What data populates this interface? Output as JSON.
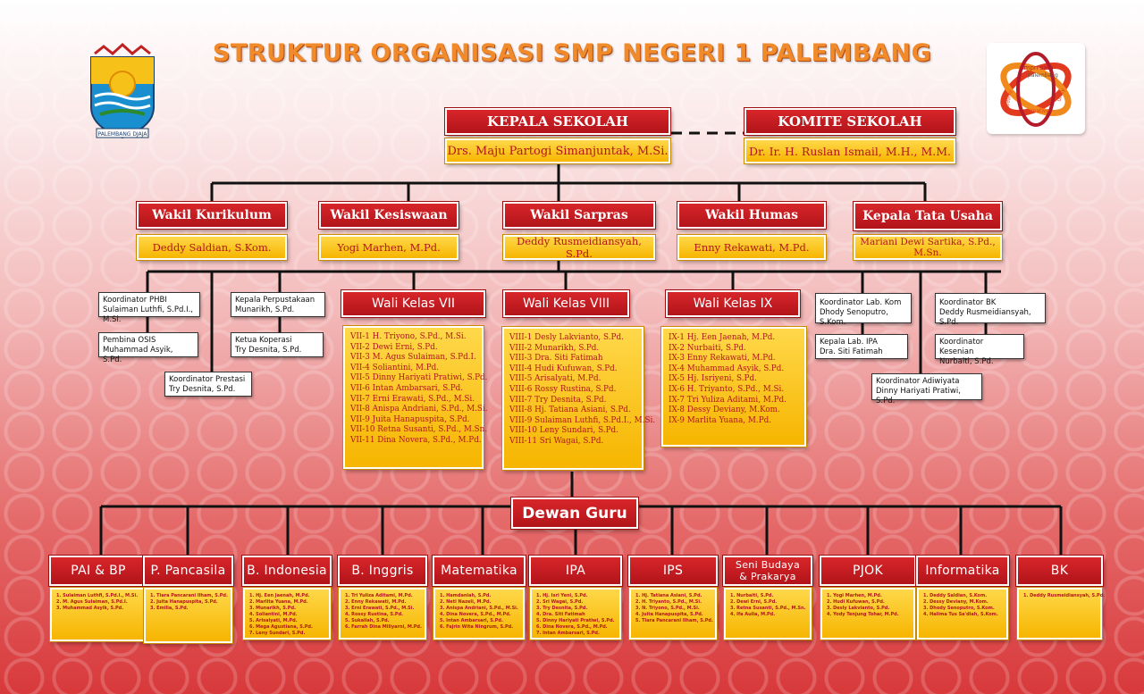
{
  "title": "STRUKTUR ORGANISASI SMP NEGERI 1 PALEMBANG",
  "logo_left": {
    "caption": "PALEMBANG DJAJA"
  },
  "logo_right": {
    "line1": "smpn satu",
    "line2": "palembang",
    "word1": "creative",
    "word2": "unity",
    "word3": "solidarity"
  },
  "top": {
    "kepala": {
      "title": "KEPALA SEKOLAH",
      "name": "Drs. Maju Partogi Simanjuntak, M.Si."
    },
    "komite": {
      "title": "KOMITE SEKOLAH",
      "name": "Dr. Ir. H. Ruslan Ismail, M.H., M.M."
    }
  },
  "wakil": [
    {
      "title": "Wakil Kurikulum",
      "name": "Deddy Saldian, S.Kom."
    },
    {
      "title": "Wakil Kesiswaan",
      "name": "Yogi Marhen, M.Pd."
    },
    {
      "title": "Wakil Sarpras",
      "name": "Deddy Rusmeidiansyah, S.Pd."
    },
    {
      "title": "Wakil Humas",
      "name": "Enny Rekawati, M.Pd."
    },
    {
      "title": "Kepala Tata Usaha",
      "name": "Mariani Dewi Sartika, S.Pd., M.Sn."
    }
  ],
  "koordinator": {
    "phbi": {
      "role": "Koordinator PHBI",
      "name": "Sulaiman Luthfi, S.Pd.I., M.Si."
    },
    "osis": {
      "role": "Pembina OSIS",
      "name": "Muhammad Asyik, S.Pd."
    },
    "prestasi": {
      "role": "Koordinator Prestasi",
      "name": "Try Desnita, S.Pd."
    },
    "perpus": {
      "role": "Kepala Perpustakaan",
      "name": "Munarikh, S.Pd."
    },
    "koperasi": {
      "role": "Ketua Koperasi",
      "name": "Try Desnita, S.Pd."
    },
    "labkom": {
      "role": "Koordinator Lab. Kom",
      "name": "Dhody Senoputro, S.Kom."
    },
    "labipa": {
      "role": "Kepala Lab. IPA",
      "name": "Dra. Siti Fatimah"
    },
    "adiwiyata": {
      "role": "Koordinator Adiwiyata",
      "name": "Dinny Hariyati Pratiwi, S.Pd."
    },
    "bk": {
      "role": "Koordinator BK",
      "name": "Deddy Rusmeidiansyah, S.Pd."
    },
    "kesenian": {
      "role": "Koordinator Kesenian",
      "name": "Nurbaiti, S.Pd."
    }
  },
  "wali": [
    {
      "title": "Wali Kelas VII",
      "items": [
        "VII-1 H. Triyono, S.Pd., M.Si.",
        "VII-2 Dewi Erni, S.Pd.",
        "VII-3 M. Agus Sulaiman, S.Pd.I.",
        "VII-4 Soliantini, M.Pd.",
        "VII-5 Dinny Hariyati Pratiwi, S.Pd.",
        "VII-6 Intan Ambarsari, S.Pd.",
        "VII-7 Erni Erawati, S.Pd., M.Si.",
        "VII-8 Anispa Andriani, S.Pd., M.Si.",
        "VII-9 Juita Hanapuspita, S.Pd.",
        "VII-10 Retna Susanti, S.Pd., M.Sn.",
        "VII-11 Dina Novera, S.Pd., M.Pd."
      ]
    },
    {
      "title": "Wali Kelas VIII",
      "items": [
        "VIII-1 Desly Lakvianto, S.Pd.",
        "VIII-2 Munarikh, S.Pd.",
        "VIII-3 Dra. Siti Fatimah",
        "VIII-4 Hudi Kufuwan, S.Pd.",
        "VIII-5 Arisalyati, M.Pd.",
        "VIII-6 Rossy Rustina, S.Pd.",
        "VIII-7 Try Desnita, S.Pd.",
        "VIII-8 Hj. Tatiana Asiani, S.Pd.",
        "VIII-9 Sulaiman Luthfi, S.Pd.I., M.Si.",
        "VIII-10 Leny Sundari, S.Pd.",
        "VIII-11 Sri Wagai, S.Pd."
      ]
    },
    {
      "title": "Wali Kelas IX",
      "items": [
        "IX-1 Hj. Een Jaenah, M.Pd.",
        "IX-2 Nurbaiti, S.Pd.",
        "IX-3 Enny Rekawati, M.Pd.",
        "IX-4 Muhammad Asyik, S.Pd.",
        "IX-5 Hj. Isriyeni, S.Pd.",
        "IX-6 H. Triyanto, S.Pd., M.Si.",
        "IX-7 Tri Yuliza Aditami, M.Pd.",
        "IX-8 Dessy Deviany, M.Kom.",
        "IX-9 Marlita Yuana, M.Pd."
      ]
    }
  ],
  "dewan_guru": "Dewan Guru",
  "subjects": [
    {
      "title": "PAI & BP",
      "items": [
        "1. Sulaiman Luthfi, S.Pd.I., M.Si.",
        "2. M. Agus Sulaiman, S.Pd.I.",
        "3. Muhammad Asyik, S.Pd."
      ]
    },
    {
      "title": "P. Pancasila",
      "items": [
        "1. Tiara Pancarani Ilham, S.Pd.",
        "2. Juita Hanapuspita, S.Pd.",
        "3. Emilia, S.Pd."
      ]
    },
    {
      "title": "B. Indonesia",
      "items": [
        "1. Hj. Een Jaenah, M.Pd.",
        "2. Marlita Yuana, M.Pd.",
        "3. Munarikh, S.Pd.",
        "4. Soliantini, M.Pd.",
        "5. Arisalyati, M.Pd.",
        "6. Mega Agustiana, S.Pd.",
        "7. Leny Sundari, S.Pd."
      ]
    },
    {
      "title": "B. Inggris",
      "items": [
        "1. Tri Yuliza Aditami, M.Pd.",
        "2. Enny Rekawati, M.Pd.",
        "3. Erni Erawati, S.Pd., M.Si.",
        "4. Rossy Rustina, S.Pd.",
        "5. Sukaliah, S.Pd.",
        "6. Farrah Dina Miliyarni, M.Pd."
      ]
    },
    {
      "title": "Matematika",
      "items": [
        "1. Hamdaniah, S.Pd.",
        "2. Neti Nazeli, M.Pd.",
        "3. Anispa Andriani, S.Pd., M.Si.",
        "4. Dina Novera, S.Pd., M.Pd.",
        "5. Intan Ambarsari, S.Pd.",
        "6. Fajrin Wita Ningrum, S.Pd."
      ]
    },
    {
      "title": "IPA",
      "items": [
        "1. Hj. Isri Yeni, S.Pd.",
        "2. Sri Wagai, S.Pd.",
        "3. Try Desnita, S.Pd.",
        "4. Dra. Siti Fatimah",
        "5. Dinny Hariyati Pratiwi, S.Pd.",
        "6. Dina Novera, S.Pd., M.Pd.",
        "7. Intan Ambarsari, S.Pd."
      ]
    },
    {
      "title": "IPS",
      "items": [
        "1. Hj. Tatiana Asiani, S.Pd.",
        "2. H. Triyanto, S.Pd., M.Si.",
        "3. N. Triyono, S.Pd., M.Si.",
        "4. Juita Hanapuspita, S.Pd.",
        "5. Tiara Pancarani Ilham, S.Pd."
      ]
    },
    {
      "title": "Seni Budaya & Prakarya",
      "items": [
        "1. Nurbaiti, S.Pd.",
        "2. Dewi Erni, S.Pd.",
        "3. Retna Susanti, S.Pd., M.Sn.",
        "4. Ifa Aulia, M.Pd."
      ]
    },
    {
      "title": "PJOK",
      "items": [
        "1. Yogi Marhen, M.Pd.",
        "2. Hudi Kufuwan, S.Pd.",
        "3. Desly Lakvianto, S.Pd.",
        "4. Yody Tenjung Tohar, M.Pd."
      ]
    },
    {
      "title": "Informatika",
      "items": [
        "1. Deddy Saldian, S.Kom.",
        "2. Dessy Deviany, M.Kom.",
        "3. Dhody Senoputro, S.Kom.",
        "4. Halima Tus Sa'diah, S.Kom."
      ]
    },
    {
      "title": "BK",
      "items": [
        "1. Deddy Rusmeidiansyah, S.Pd."
      ]
    }
  ]
}
